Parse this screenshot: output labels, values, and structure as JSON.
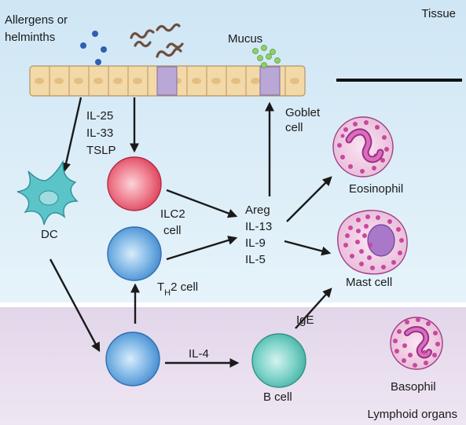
{
  "regions": {
    "tissue": "Tissue",
    "lymphoid": "Lymphoid organs"
  },
  "labels": {
    "allergens_line1": "Allergens or",
    "allergens_line2": "helminths",
    "mucus": "Mucus",
    "goblet_line1": "Goblet",
    "goblet_line2": "cell",
    "cytokines_epi": [
      "IL-25",
      "IL-33",
      "TSLP"
    ],
    "dc": "DC",
    "ilc2_line1": "ILC2",
    "ilc2_line2": "cell",
    "th2_T": "T",
    "th2_sub": "H",
    "th2_rest": "2 cell",
    "effector_cytokines": [
      "Areg",
      "IL-13",
      "IL-9",
      "IL-5"
    ],
    "eosinophil": "Eosinophil",
    "mast_cell": "Mast cell",
    "basophil": "Basophil",
    "il4": "IL-4",
    "ige": "IgE",
    "b_cell": "B cell"
  },
  "colors": {
    "tissue_bg": "#d7ecf7",
    "lymphoid_bg": "#e6dcec",
    "epithelium": "#f4d9a8",
    "goblet": "#b9a7d6",
    "dc": "#5bc4c9",
    "ilc2": "#e8576a",
    "th2": "#5aa0dc",
    "b_cell": "#57c3b8",
    "granulocyte": "#c8479e"
  }
}
